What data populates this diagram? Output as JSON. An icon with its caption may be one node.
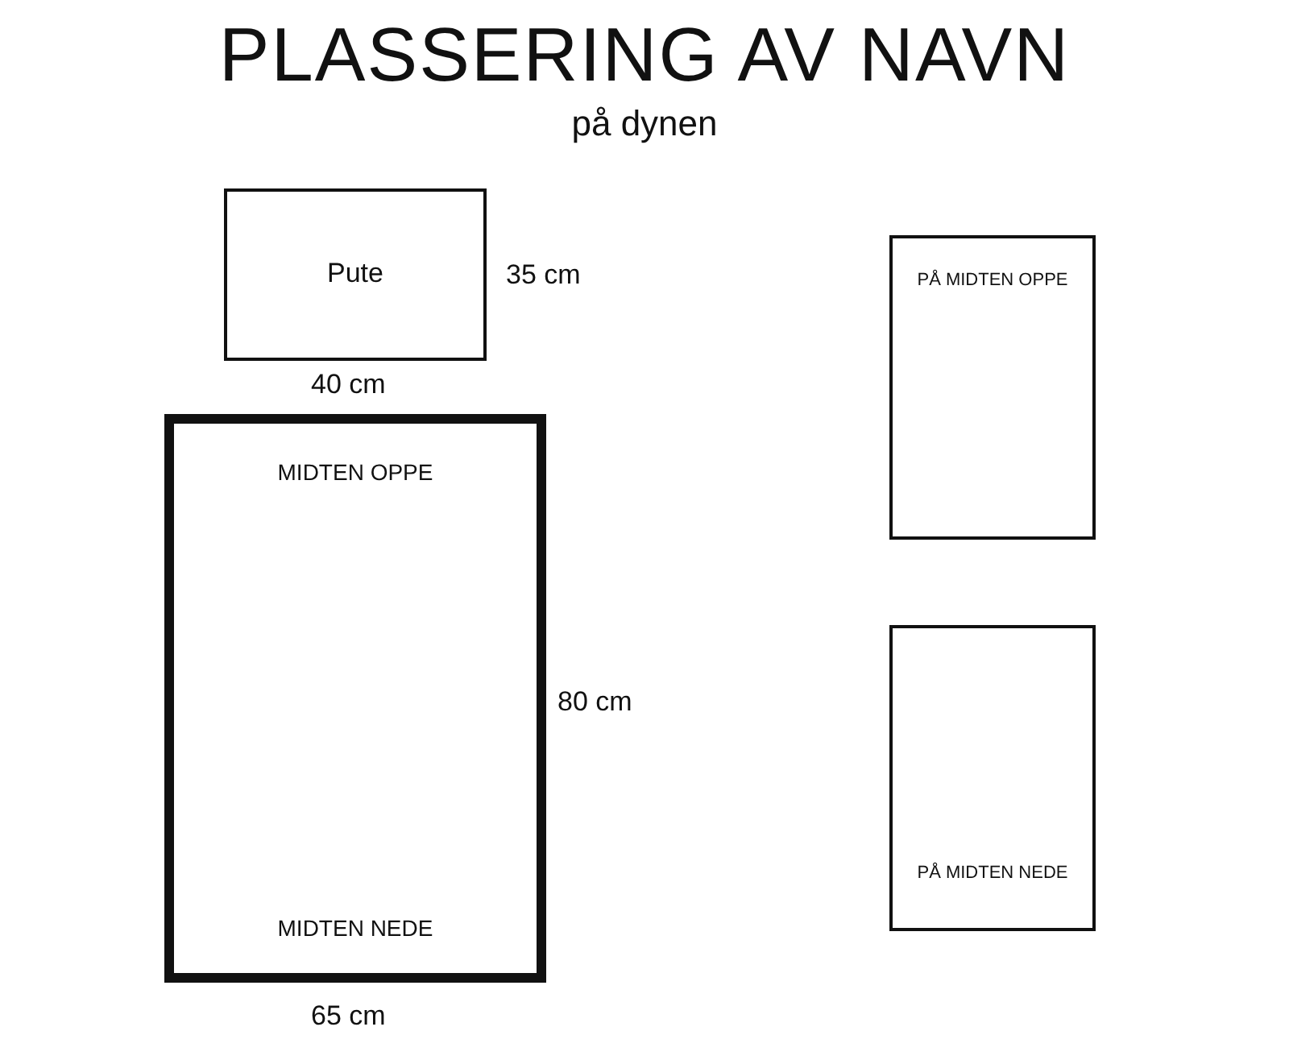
{
  "diagram": {
    "title": "PLASSERING AV NAVN",
    "nodes": [
      {
        "text": [
          "Pute"
        ],
        "beside": [
          "35 cm",
          "40 cm"
        ]
      },
      {
        "text": [
          "MIDTEN OPPE",
          "MIDTEN NEDE"
        ],
        "beside": [
          "80 cm",
          "65 cm"
        ]
      },
      {
        "text": [
          "PÅ MIDTEN OPPE"
        ]
      },
      {
        "text": [
          "PÅ MIDTEN NEDE"
        ]
      }
    ],
    "labels": [
      "på dynen"
    ]
  }
}
